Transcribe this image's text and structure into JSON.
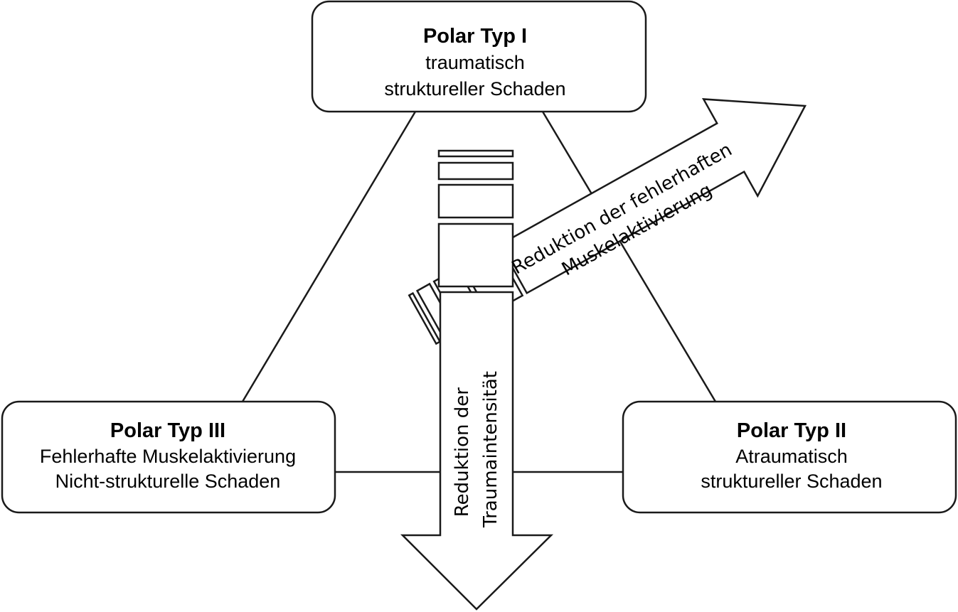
{
  "nodes": {
    "typ1": {
      "title": "Polar Typ I",
      "line1": "traumatisch",
      "line2": "struktureller Schaden"
    },
    "typ2": {
      "title": "Polar Typ II",
      "line1": "Atraumatisch",
      "line2": "struktureller Schaden"
    },
    "typ3": {
      "title": "Polar Typ III",
      "line1": "Fehlerhafte Muskelaktivierung",
      "line2": "Nicht-strukturelle Schaden"
    }
  },
  "arrows": {
    "down": {
      "line1": "Reduktion der",
      "line2": "Traumaintensität"
    },
    "diag": {
      "line1": "Reduktion der fehlerhaften",
      "line2": "Muskelaktivierung"
    }
  },
  "colors": {
    "stroke": "#1a1a1a",
    "fill": "#ffffff"
  }
}
